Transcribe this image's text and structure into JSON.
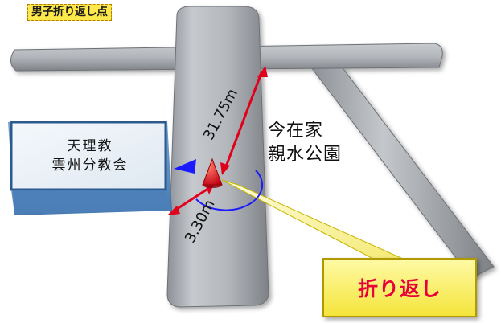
{
  "map": {
    "title": "男子折り返し点",
    "building": {
      "line1": "天理教",
      "line2": "雲州分教会"
    },
    "park": {
      "line1": "今在家",
      "line2": "親水公園"
    },
    "callout": "折り返し",
    "distances": {
      "to_north": "31.75m",
      "to_building": "3.30m"
    },
    "colors": {
      "road": "#a9adb3",
      "building": "#5a8fc4",
      "callout_fill": "#fff36a",
      "callout_text": "#e8003a",
      "measure_line": "#e0001c",
      "marker": "#e0001c",
      "direction_arrow": "#1a1aff"
    }
  }
}
